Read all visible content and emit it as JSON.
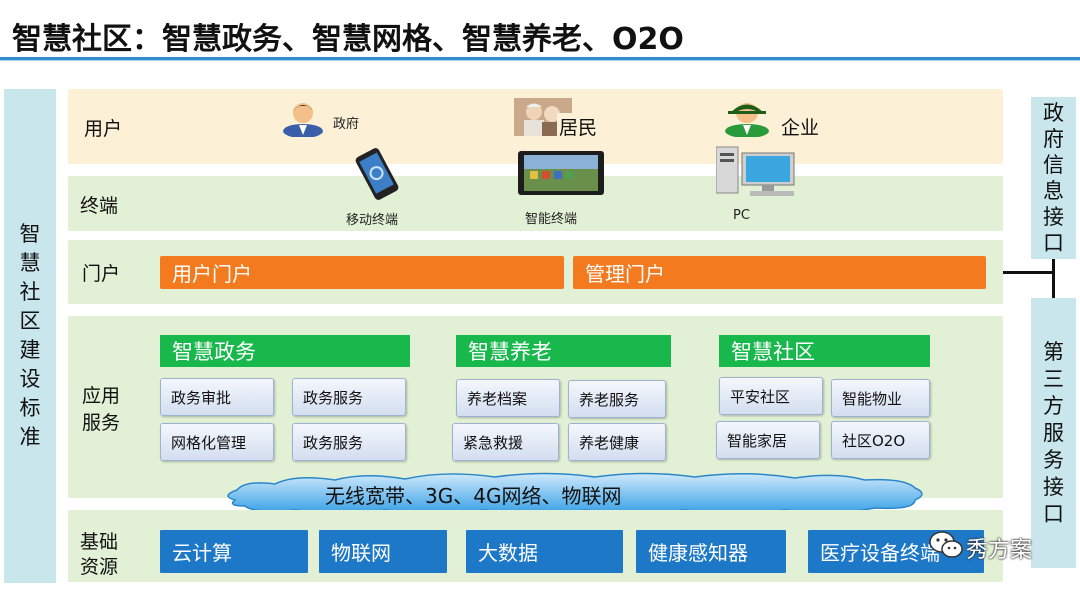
{
  "title": "智慧社区：智慧政务、智慧网格、智慧养老、O2O",
  "left_panel": [
    "智",
    "慧",
    "社",
    "区",
    "建",
    "设",
    "标",
    "准"
  ],
  "right_top": [
    "政",
    "府",
    "信",
    "息",
    "接",
    "口"
  ],
  "right_bottom": [
    "第",
    "三",
    "方",
    "服",
    "务",
    "接",
    "口"
  ],
  "layers": {
    "user": "用户",
    "terminal": "终端",
    "portal": "门户",
    "app": [
      "应用",
      "服务"
    ],
    "base": [
      "基础",
      "资源"
    ]
  },
  "users": {
    "gov": "政府",
    "resident": "居民",
    "enterprise": "企业"
  },
  "terminals": {
    "mobile": "移动终端",
    "smart": "智能终端",
    "pc": "PC"
  },
  "portals": {
    "user": "用户门户",
    "admin": "管理门户"
  },
  "groups": {
    "gov": {
      "title": "智慧政务",
      "items": [
        "政务审批",
        "政务服务",
        "网格化管理",
        "政务服务"
      ]
    },
    "elder": {
      "title": "智慧养老",
      "items": [
        "养老档案",
        "养老服务",
        "紧急救援",
        "养老健康"
      ]
    },
    "community": {
      "title": "智慧社区",
      "items": [
        "平安社区",
        "智能物业",
        "智能家居",
        "社区O2O"
      ]
    }
  },
  "network": "无线宽带、3G、4G网络、物联网",
  "resources": [
    "云计算",
    "物联网",
    "大数据",
    "健康感知器",
    "医疗设备终端"
  ],
  "watermark": "秀方案",
  "colors": {
    "accent_blue": "#1e78c8",
    "orange": "#f47a20",
    "green": "#18b84d"
  }
}
